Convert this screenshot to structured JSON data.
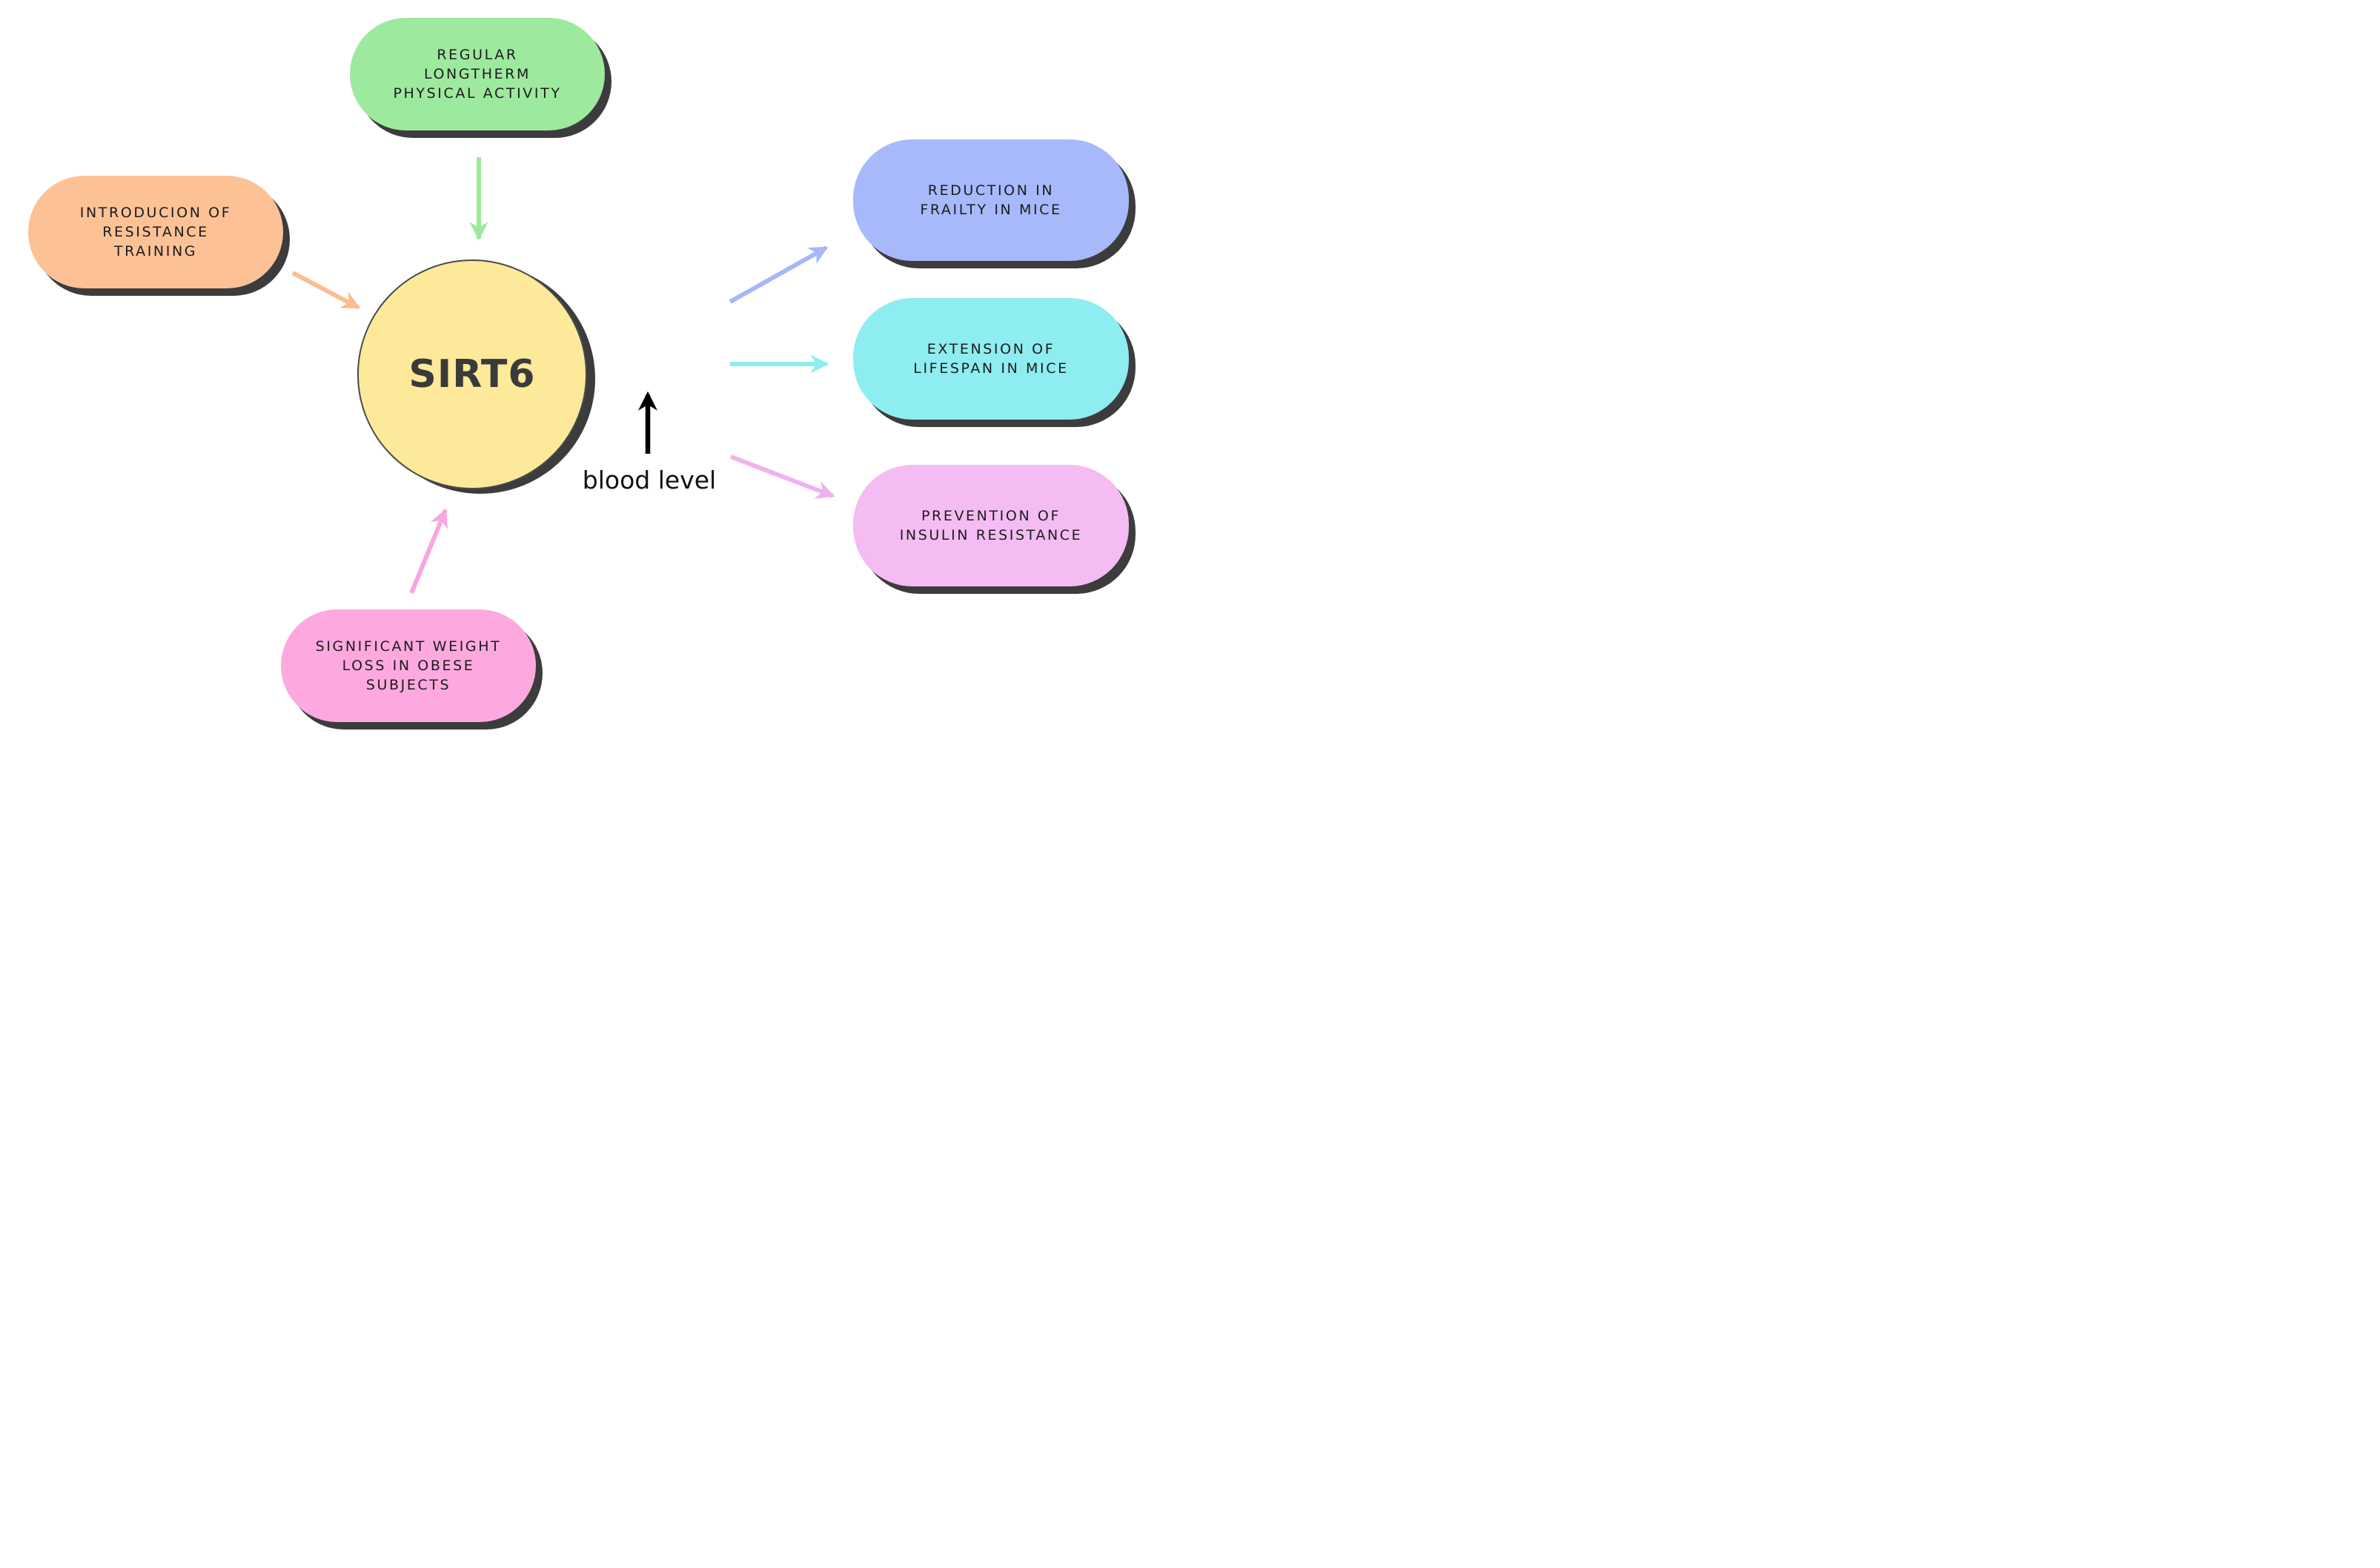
{
  "center": {
    "label": "SIRT6",
    "color": "#fde99a"
  },
  "inputs": {
    "physical_activity": {
      "label": "REGULAR\nLONGTHERM\nPHYSICAL ACTIVITY",
      "color": "#9de99e",
      "arrow_color": "#9be99a"
    },
    "resistance_training": {
      "label": "INTRODUCION OF\nRESISTANCE\nTRAINING",
      "color": "#fcc296",
      "arrow_color": "#fbbd91"
    },
    "weight_loss": {
      "label": "SIGNIFICANT WEIGHT\nLOSS IN OBESE\nSUBJECTS",
      "color": "#fda9df",
      "arrow_color": "#f9a6dc"
    }
  },
  "outputs": {
    "frailty": {
      "label": "REDUCTION IN\nFRAILTY IN MICE",
      "color": "#a7b9fb",
      "arrow_color": "#a7b7f8"
    },
    "lifespan": {
      "label": "EXTENSION OF\nLIFESPAN IN MICE",
      "color": "#8eedf0",
      "arrow_color": "#8deef0"
    },
    "insulin": {
      "label": "PREVENTION OF\nINSULIN RESISTANCE",
      "color": "#f4bcf3",
      "arrow_color": "#f0b2ef"
    }
  },
  "blood_level": {
    "label": "blood level",
    "arrow_color": "#000000"
  }
}
